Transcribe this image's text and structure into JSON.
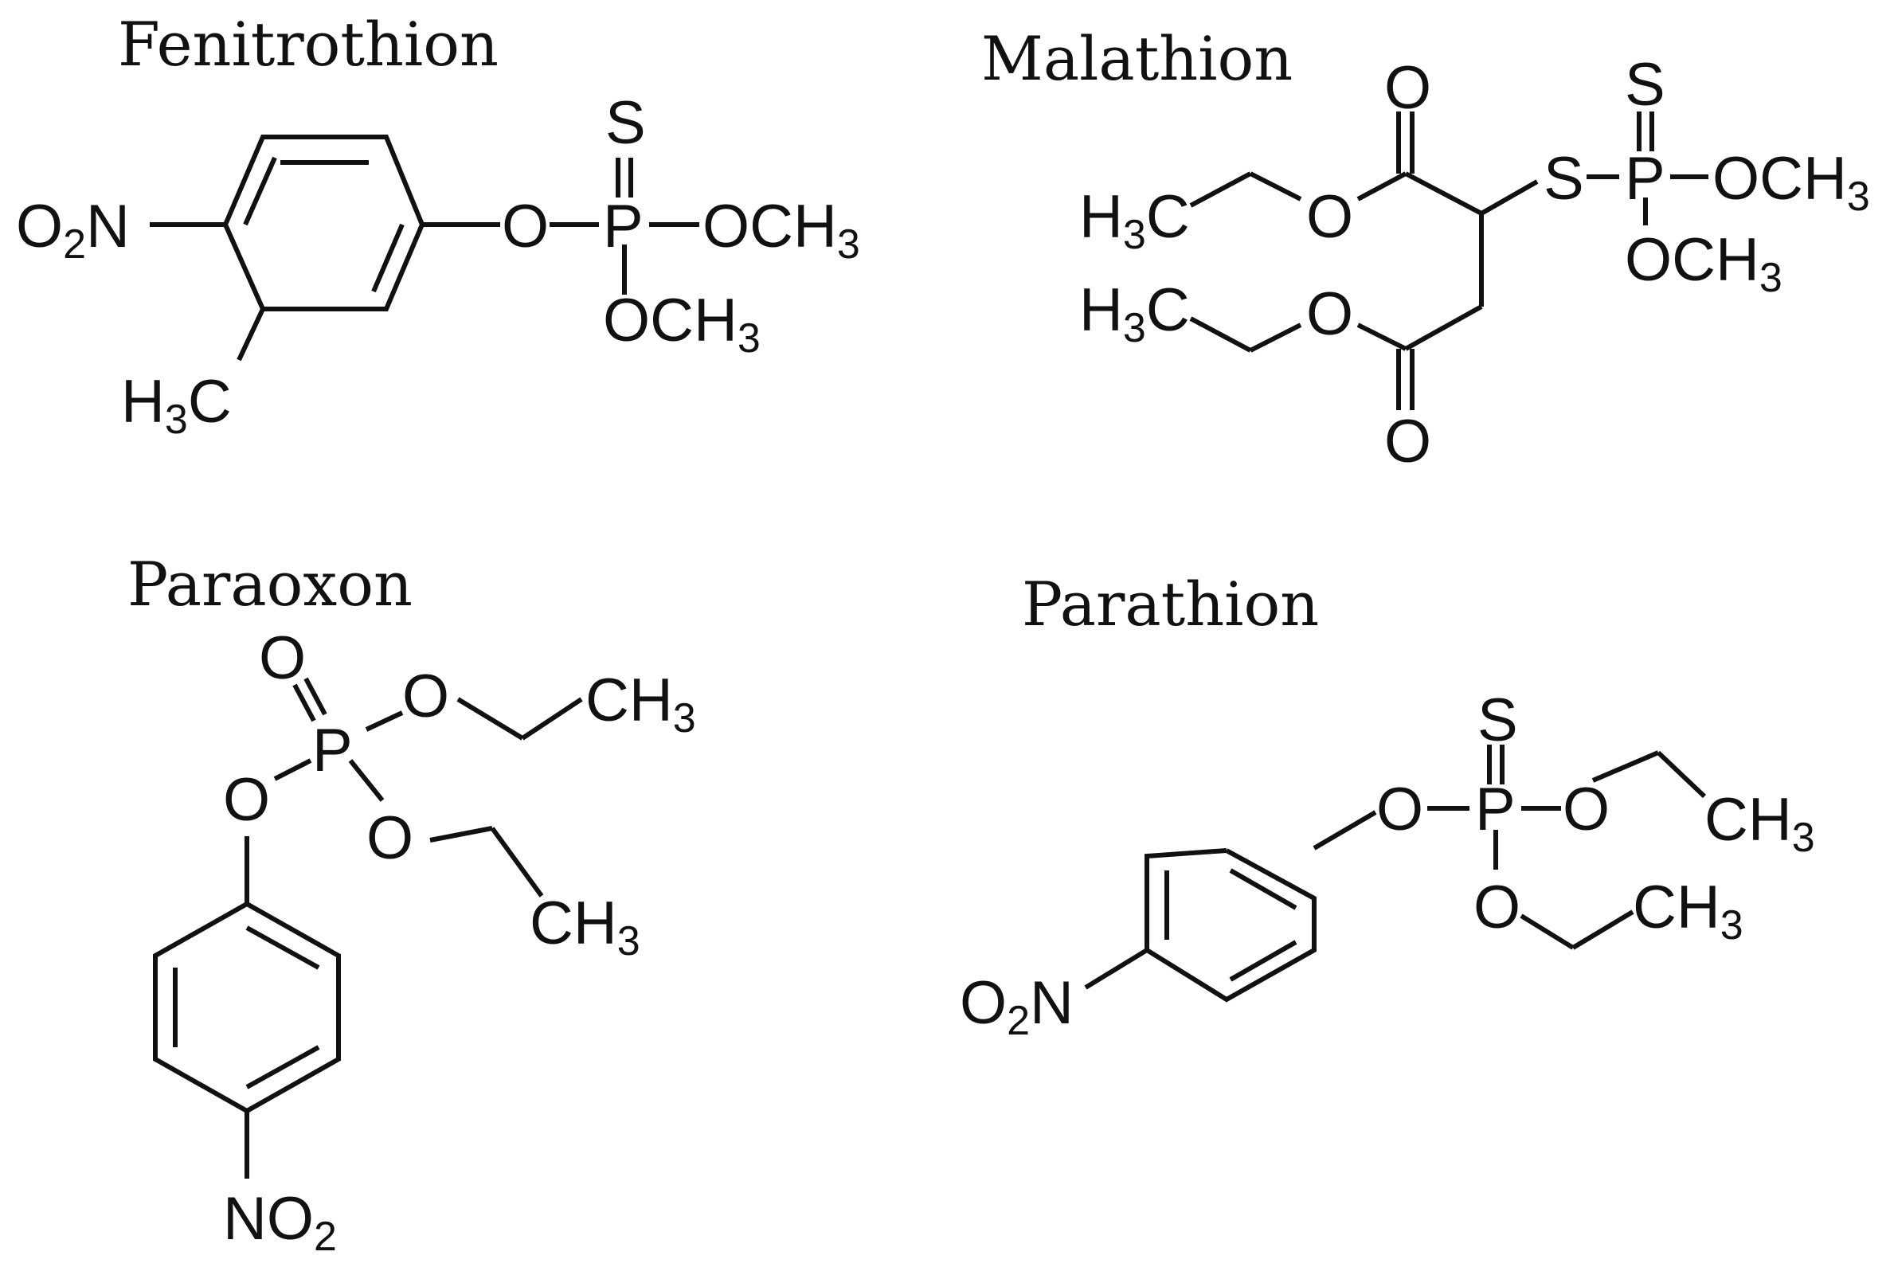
{
  "molecules": {
    "fenitrothion": {
      "name": "Fenitrothion",
      "labels": {
        "nitro": "O",
        "nitro_sub": "2",
        "nitro_n": "N",
        "sulfur": "S",
        "o_ester": "O",
        "phosphorus": "P",
        "methoxy1": "OCH",
        "methoxy1_sub": "3",
        "methoxy2": "OCH",
        "methoxy2_sub": "3",
        "methyl_h": "H",
        "methyl_sub": "3",
        "methyl_c": "C"
      }
    },
    "malathion": {
      "name": "Malathion",
      "labels": {
        "carbonyl_top": "O",
        "sulfur_top": "S",
        "h3c_1_h": "H",
        "h3c_1_sub": "3",
        "h3c_1_c": "C",
        "o_ester_1": "O",
        "s_link": "S",
        "phosphorus": "P",
        "methoxy1": "OCH",
        "methoxy1_sub": "3",
        "methoxy2": "OCH",
        "methoxy2_sub": "3",
        "h3c_2_h": "H",
        "h3c_2_sub": "3",
        "h3c_2_c": "C",
        "o_ester_2": "O",
        "carbonyl_bottom": "O"
      }
    },
    "paraoxon": {
      "name": "Paraoxon",
      "labels": {
        "oxo": "O",
        "o_ethoxy1": "O",
        "ethyl1": "CH",
        "ethyl1_sub": "3",
        "phosphorus": "P",
        "o_aryl": "O",
        "o_ethoxy2": "O",
        "ethyl2": "CH",
        "ethyl2_sub": "3",
        "nitro": "NO",
        "nitro_sub": "2"
      }
    },
    "parathion": {
      "name": "Parathion",
      "labels": {
        "sulfur": "S",
        "o_aryl": "O",
        "phosphorus": "P",
        "o_ethoxy1": "O",
        "ethyl1": "CH",
        "ethyl1_sub": "3",
        "o_ethoxy2": "O",
        "ethyl2": "CH",
        "ethyl2_sub": "3",
        "nitro": "O",
        "nitro_sub": "2",
        "nitro_n": "N"
      }
    }
  }
}
